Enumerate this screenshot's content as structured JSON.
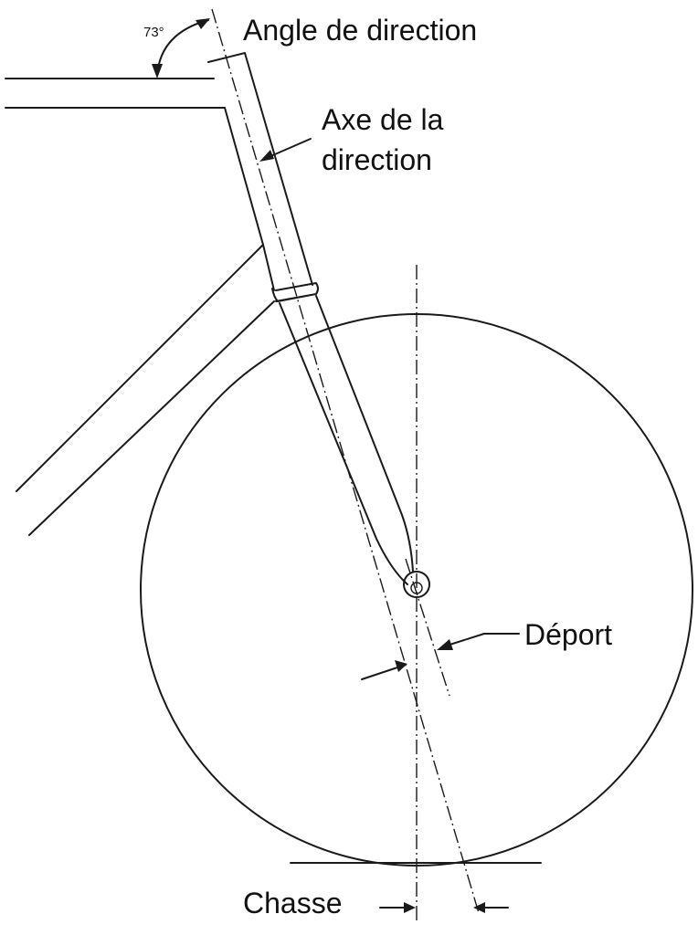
{
  "labels": {
    "angle_value": "73°",
    "steering_angle": "Angle de direction",
    "steering_axis_line1": "Axe de la",
    "steering_axis_line2": "direction",
    "offset": "Déport",
    "trail": "Chasse"
  }
}
